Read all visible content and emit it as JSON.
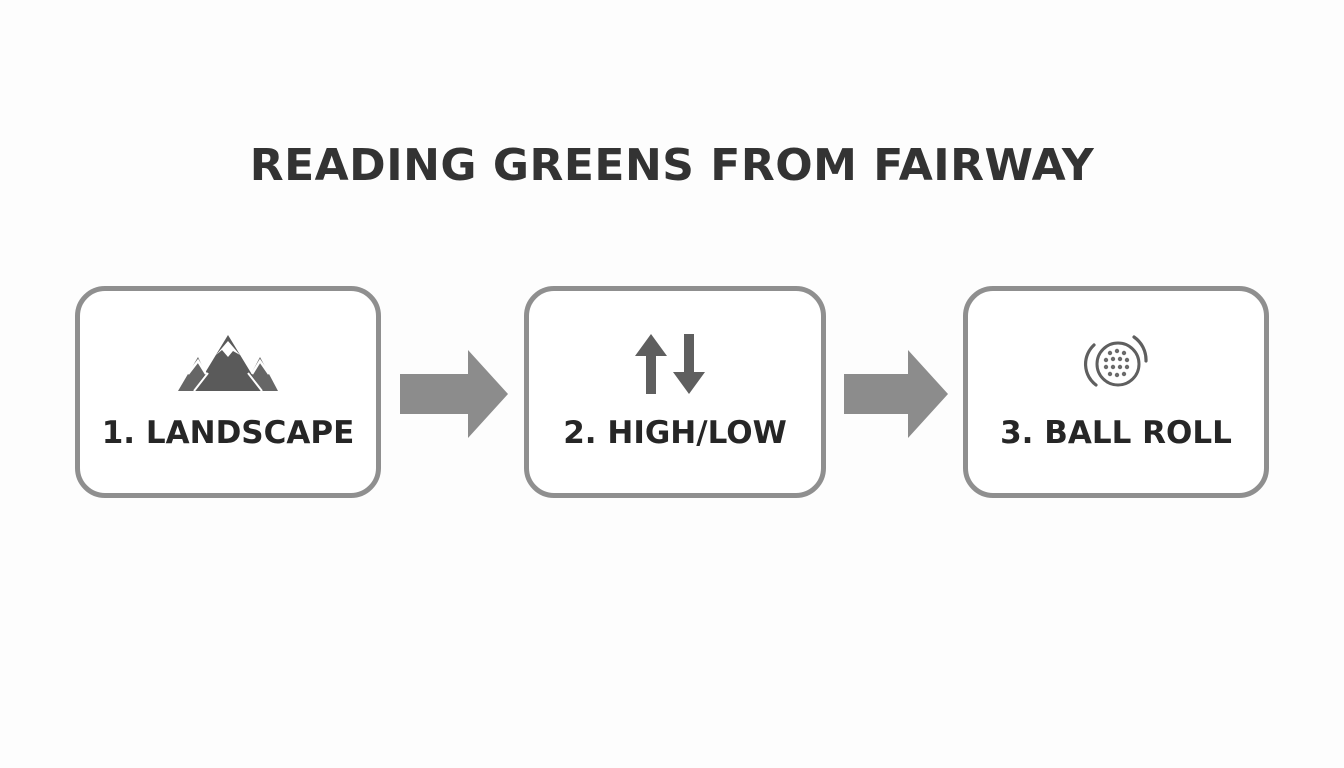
{
  "title": "READING GREENS FROM FAIRWAY",
  "steps": [
    {
      "label": "1. LANDSCAPE",
      "icon": "mountain-icon"
    },
    {
      "label": "2. HIGH/LOW",
      "icon": "up-down-arrows-icon"
    },
    {
      "label": "3. BALL ROLL",
      "icon": "golf-ball-icon"
    }
  ],
  "colors": {
    "box_border": "#8f8f8f",
    "arrow": "#8c8c8c",
    "icon": "#5f5f5f",
    "text": "#262626",
    "background": "#fdfdfd"
  }
}
